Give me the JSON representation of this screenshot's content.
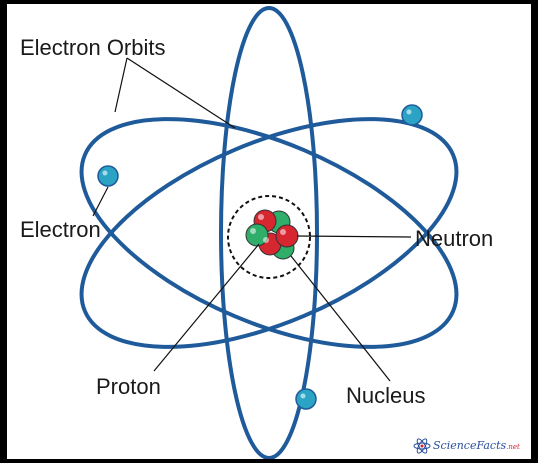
{
  "labels": {
    "electron_orbits": "Electron Orbits",
    "electron": "Electron",
    "neutron": "Neutron",
    "proton": "Proton",
    "nucleus": "Nucleus"
  },
  "watermark": {
    "text": "ScienceFacts",
    "suffix": ".net"
  },
  "colors": {
    "orbit": "#1f5b9a",
    "electron": "#2aa3c4",
    "proton": "#d6262f",
    "neutron": "#2fae6a",
    "background": "#ffffff",
    "frame": "#000000"
  }
}
